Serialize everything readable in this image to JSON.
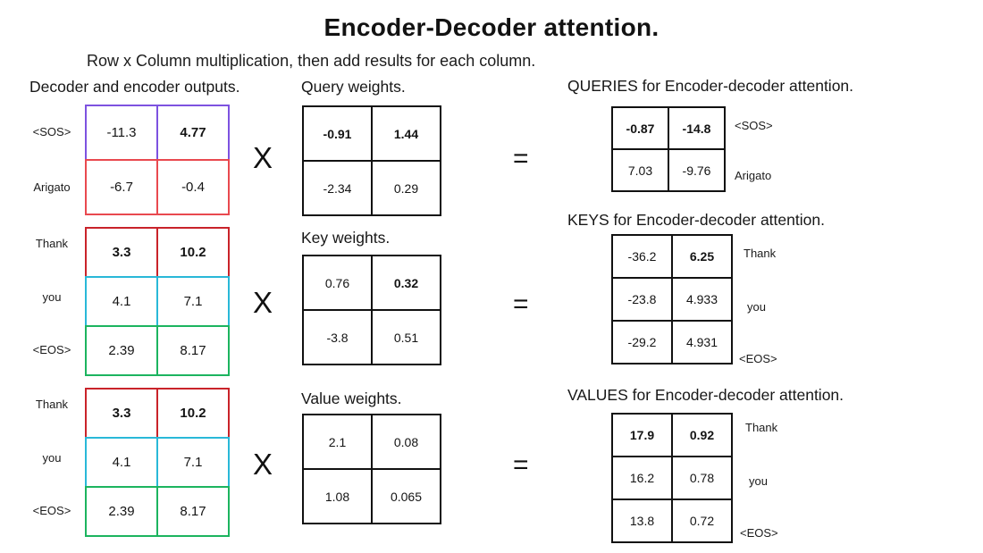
{
  "title": "Encoder-Decoder attention.",
  "subtitle": "Row x Column multiplication, then add results for each column.",
  "headers": {
    "inputs": "Decoder and encoder outputs.",
    "query_weights": "Query weights.",
    "key_weights": "Key weights.",
    "value_weights": "Value weights.",
    "queries": "QUERIES for Encoder-decoder attention.",
    "keys": "KEYS for Encoder-decoder attention.",
    "values": "VALUES for Encoder-decoder attention."
  },
  "operators": {
    "multiply": "X",
    "equals": "="
  },
  "colors": {
    "purple": "#7d52e0",
    "red_light": "#e9494f",
    "red": "#c9232a",
    "cyan": "#29b8d8",
    "green": "#1cb45f"
  },
  "queries_block": {
    "input": {
      "row_labels": [
        "<SOS>",
        "Arigato"
      ],
      "rows": [
        [
          "-11.3",
          "4.77"
        ],
        [
          "-6.7",
          "-0.4"
        ]
      ]
    },
    "weights": {
      "rows": [
        [
          "-0.91",
          "1.44"
        ],
        [
          "-2.34",
          "0.29"
        ]
      ]
    },
    "result": {
      "row_labels": [
        "<SOS>",
        "Arigato"
      ],
      "rows": [
        [
          "-0.87",
          "-14.8"
        ],
        [
          "7.03",
          "-9.76"
        ]
      ]
    }
  },
  "keys_block": {
    "input": {
      "row_labels": [
        "Thank",
        "you",
        "<EOS>"
      ],
      "rows": [
        [
          "3.3",
          "10.2"
        ],
        [
          "4.1",
          "7.1"
        ],
        [
          "2.39",
          "8.17"
        ]
      ]
    },
    "weights": {
      "rows": [
        [
          "0.76",
          "0.32"
        ],
        [
          "-3.8",
          "0.51"
        ]
      ]
    },
    "result": {
      "row_labels": [
        "Thank",
        "you",
        "<EOS>"
      ],
      "rows": [
        [
          "-36.2",
          "6.25"
        ],
        [
          "-23.8",
          "4.933"
        ],
        [
          "-29.2",
          "4.931"
        ]
      ]
    }
  },
  "values_block": {
    "input": {
      "row_labels": [
        "Thank",
        "you",
        "<EOS>"
      ],
      "rows": [
        [
          "3.3",
          "10.2"
        ],
        [
          "4.1",
          "7.1"
        ],
        [
          "2.39",
          "8.17"
        ]
      ]
    },
    "weights": {
      "rows": [
        [
          "2.1",
          "0.08"
        ],
        [
          "1.08",
          "0.065"
        ]
      ]
    },
    "result": {
      "row_labels": [
        "Thank",
        "you",
        "<EOS>"
      ],
      "rows": [
        [
          "17.9",
          "0.92"
        ],
        [
          "16.2",
          "0.78"
        ],
        [
          "13.8",
          "0.72"
        ]
      ]
    }
  }
}
